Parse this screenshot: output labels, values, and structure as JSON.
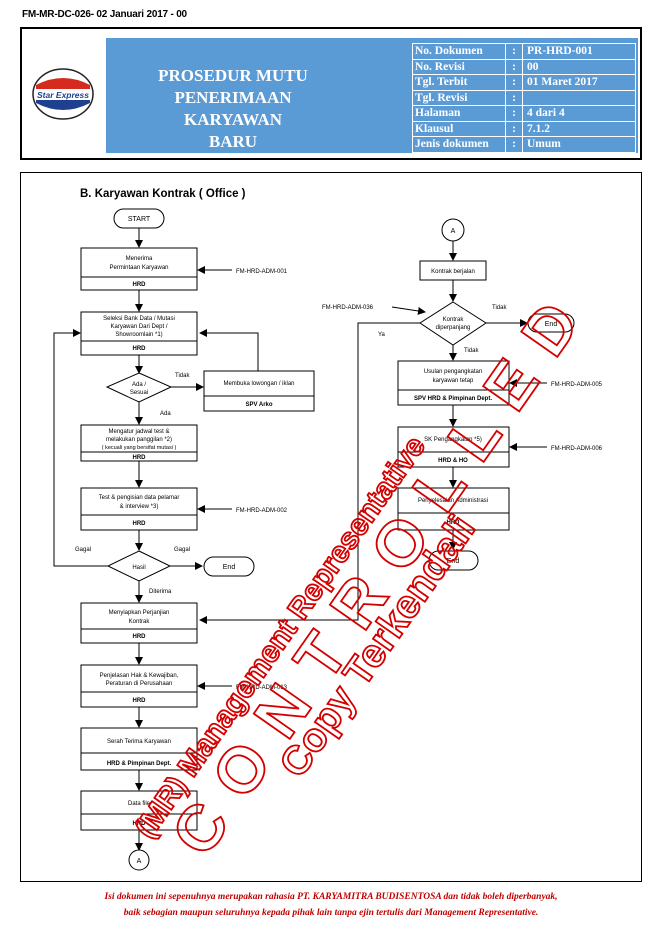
{
  "doc_code": "FM-MR-DC-026- 02 Januari 2017 - 00",
  "header": {
    "logo_text": "Star Express",
    "title_lines": [
      "PROSEDUR MUTU",
      "PENERIMAAN KARYAWAN",
      "BARU"
    ],
    "info": [
      {
        "label": "No. Dokumen",
        "sep": ":",
        "value": "PR-HRD-001"
      },
      {
        "label": "No. Revisi",
        "sep": ":",
        "value": "00"
      },
      {
        "label": "Tgl. Terbit",
        "sep": ":",
        "value": "01 Maret 2017"
      },
      {
        "label": "Tgl. Revisi",
        "sep": ":",
        "value": ""
      },
      {
        "label": "Halaman",
        "sep": ":",
        "value": "4 dari 4"
      },
      {
        "label": "Klausul",
        "sep": ":",
        "value": "7.1.2"
      },
      {
        "label": "Jenis dokumen",
        "sep": ":",
        "value": "Umum"
      }
    ]
  },
  "section_title": "B.   Karyawan Kontrak ( Office )",
  "flow": {
    "start": "START",
    "box1": {
      "l1": "Menerima",
      "l2": "Permintaan Karyawan",
      "role": "HRD"
    },
    "form1": "FM-HRD-ADM-001",
    "box2": {
      "l1": "Seleksi Bank Data / Mutasi",
      "l2": "Karyawan Dari Dept /",
      "l3": "Showroomlain *1)",
      "role": "HRD"
    },
    "dec1": {
      "l1": "Ada /",
      "l2": "Sesuai"
    },
    "tidak1": "Tidak",
    "ada": "Ada",
    "box_side": {
      "l1": "Membuka lowongan / iklan",
      "role": "SPV Arko"
    },
    "box3": {
      "l1": "Mengatur jadwal test &",
      "l2": "melakukan panggilan *2)",
      "l3": "( kecuali yang bersifat mutasi )",
      "role": "HRD"
    },
    "box4": {
      "l1": "Test & pengisian data pelamar",
      "l2": "& interview *3)",
      "role": "HRD"
    },
    "form2": "FM-HRD-ADM-002",
    "dec2": "Hasil",
    "gagal_left": "Gagal",
    "gagal_right": "Gagal",
    "end1": "End",
    "diterima": "Diterima",
    "box5": {
      "l1": "Menyiapkan Perjanjian",
      "l2": "Kontrak",
      "role": "HRD"
    },
    "box6": {
      "l1": "Penjelasan Hak & Kewajiban,",
      "l2": "Peraturan di Perusahaan",
      "role": "HRD"
    },
    "form3": "FM-HRD-ADM-013",
    "box7": {
      "l1": "Serah Terima Karyawan",
      "role": "HRD & Pimpinan Dept."
    },
    "box8": {
      "l1": "Data file",
      "role": "HRD"
    },
    "conn_a_bottom": "A",
    "conn_a_top": "A",
    "r_box1": "Kontrak berjalan",
    "form_r1": "FM-HRD-ADM-036",
    "r_dec": {
      "l1": "Kontrak",
      "l2": "diperpanjang"
    },
    "tidak_r": "Tidak",
    "ya_r": "Ya",
    "tidak_r2": "Tidak",
    "end_r1": "End",
    "r_box2": {
      "l1": "Usulan pengangkatan",
      "l2": "karyawan tetap",
      "role": "SPV HRD & Pimpinan Dept."
    },
    "form_r2": "FM-HRD-ADM-005",
    "r_box3": {
      "l1": "SK Pengangkatan *5)",
      "role": "HRD & HO"
    },
    "form_r3": "FM-HRD-ADM-006",
    "r_box4": {
      "l1": "Penyelesaian Administrasi",
      "role": "HRD"
    },
    "end_r2": "End"
  },
  "watermark": {
    "line1": "(MR) Management Representative",
    "line2": "C O N T R O L L E D",
    "line3": "Copy Terkendali"
  },
  "footer": {
    "line1": "Isi dokumen ini sepenuhnya merupakan rahasia PT. KARYAMITRA BUDISENTOSA dan tidak boleh diperbanyak,",
    "line2": "baik sebagian maupun seluruhnya kepada pihak lain tanpa ejin tertulis dari Management Representative."
  },
  "colors": {
    "header_blue": "#5b9bd5",
    "stamp_red": "#d40000",
    "footer_red": "#c00000"
  }
}
